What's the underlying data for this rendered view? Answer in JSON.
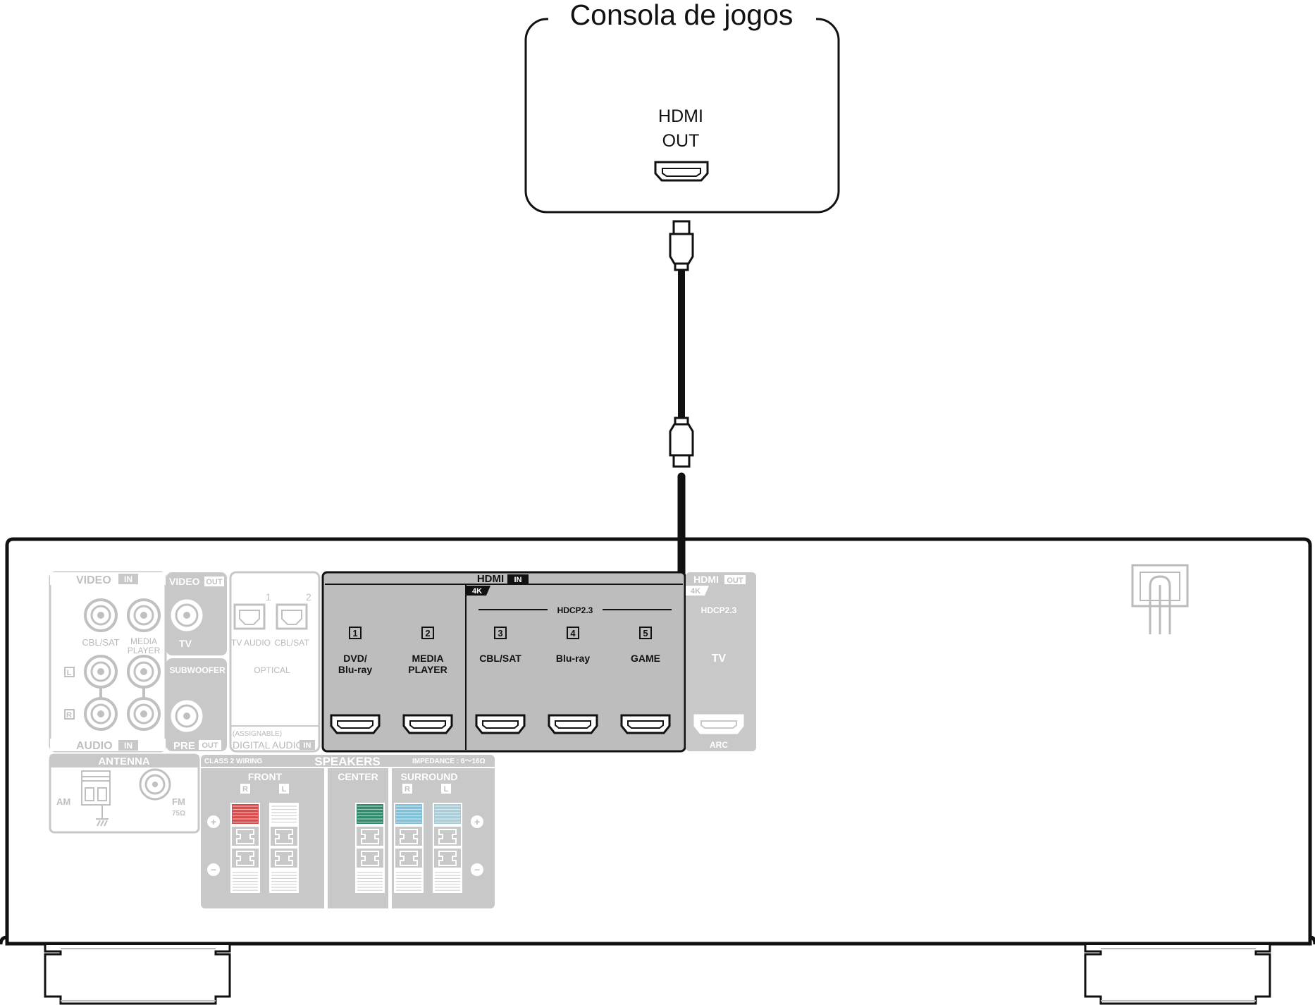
{
  "console": {
    "title": "Consola de jogos",
    "port_line1": "HDMI",
    "port_line2": "OUT"
  },
  "hdmi_in": {
    "title": "HDMI",
    "tag": "IN",
    "badge_4k": "4K",
    "hdcp": "HDCP2.3",
    "inputs": [
      {
        "num": "1",
        "line1": "DVD/",
        "line2": "Blu-ray"
      },
      {
        "num": "2",
        "line1": "MEDIA",
        "line2": "PLAYER"
      },
      {
        "num": "3",
        "line1": "CBL/SAT",
        "line2": ""
      },
      {
        "num": "4",
        "line1": "Blu-ray",
        "line2": ""
      },
      {
        "num": "5",
        "line1": "GAME",
        "line2": ""
      }
    ]
  },
  "hdmi_out": {
    "title": "HDMI",
    "tag": "OUT",
    "badge_4k": "4K",
    "hdcp": "HDCP2.3",
    "label": "TV",
    "arc": "ARC"
  },
  "video_in": {
    "title": "VIDEO",
    "tag": "IN",
    "cbl_sat": "CBL/SAT",
    "media1": "MEDIA",
    "media2": "PLAYER",
    "left": "L",
    "right": "R",
    "footer": "AUDIO",
    "footer_tag": "IN"
  },
  "video_out": {
    "title": "VIDEO",
    "tag": "OUT",
    "tv": "TV",
    "subwoofer": "SUBWOOFER",
    "footer": "PRE",
    "footer_tag": "OUT"
  },
  "optical": {
    "n1": "1",
    "n2": "2",
    "tv_audio": "TV AUDIO",
    "cbl_sat": "CBL/SAT",
    "label": "OPTICAL",
    "assignable": "(ASSIGNABLE)",
    "footer": "DIGITAL AUDIO",
    "footer_tag": "IN"
  },
  "antenna": {
    "title": "ANTENNA",
    "am": "AM",
    "fm": "FM",
    "ohm": "75Ω"
  },
  "speakers": {
    "title": "SPEAKERS",
    "class2": "CLASS 2 WIRING",
    "impedance": "IMPEDANCE : 6～16Ω",
    "front": "FRONT",
    "center": "CENTER",
    "surround": "SURROUND",
    "r": "R",
    "l": "L",
    "plus": "+",
    "minus": "−"
  },
  "colors": {
    "front_r": "#d94a4a",
    "center": "#2f8a6a",
    "surround_r": "#7fc0d8",
    "surround_l": "#a8ccd8",
    "panel_grey": "#c8c8c8",
    "hdmi_panel": "#bdbdbd"
  }
}
